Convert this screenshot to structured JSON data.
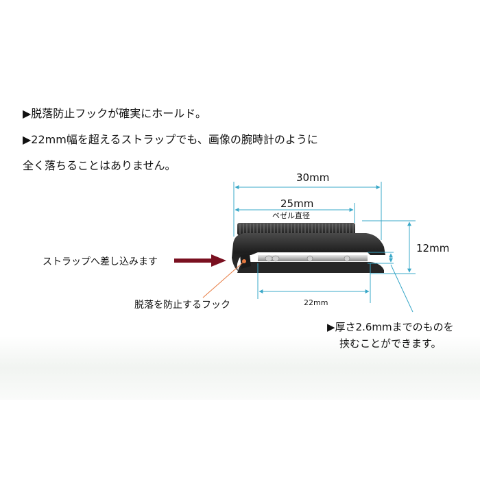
{
  "intro": {
    "line1": "▶脱落防止フックが確実にホールド。",
    "line2": "▶22mm幅を超えるストラップでも、画像の腕時計のように",
    "line3": "全く落ちることはありません。"
  },
  "dimensions": {
    "overall_width": "30mm",
    "bezel_width": "25mm",
    "bezel_caption": "ベゼル直径",
    "height": "12mm",
    "gap_width": "22mm"
  },
  "callouts": {
    "strap_insert": "ストラップへ差し込みます",
    "anti_drop_hook": "脱落を防止するフック",
    "thickness_line1": "▶厚さ2.6mmまでのものを",
    "thickness_line2": "挟むことができます。"
  },
  "colors": {
    "dimension_line": "#3aa8c8",
    "arrow": "#7a1020",
    "leader": "#e87a40",
    "product": "#2a2a2a"
  }
}
